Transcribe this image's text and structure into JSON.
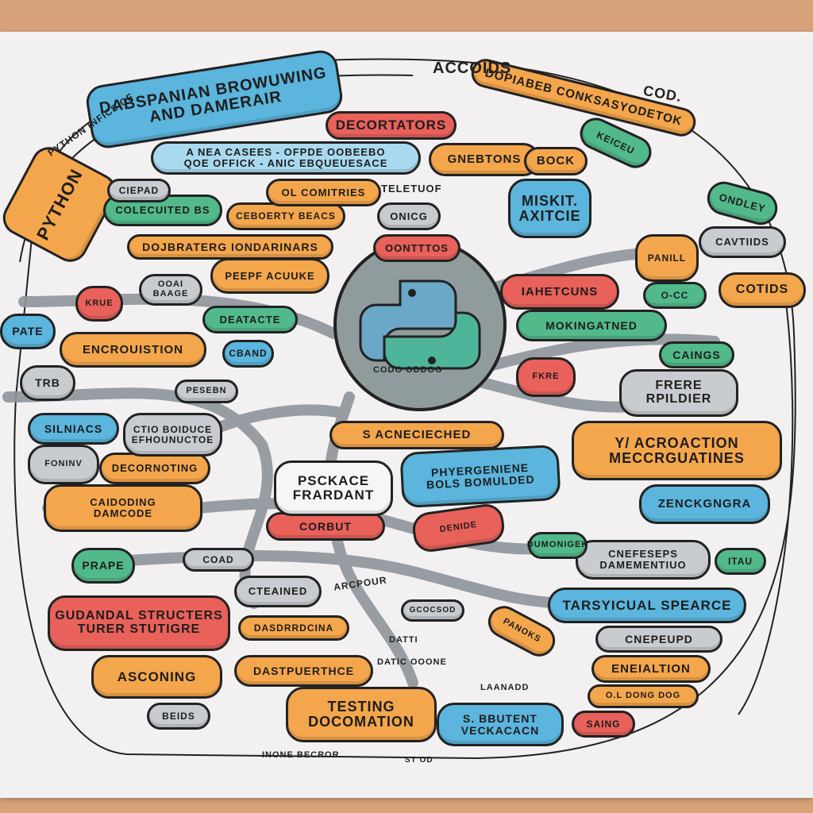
{
  "colors": {
    "orange": "#f4a64c",
    "blue": "#5bb5dd",
    "lightblue": "#a9d9ee",
    "red": "#e8615a",
    "green": "#52b98b",
    "gray": "#c8ccd0",
    "white": "#f6f6f6",
    "paper": "#f3f0f2",
    "board": "#d6a27a"
  },
  "nodes": [
    {
      "text": "PYTHON",
      "color": "orange"
    },
    {
      "text": "DABSPANIAN BROWUWING\nAND DAMERAIR",
      "color": "blue"
    },
    {
      "text": "A NEA CASEES - OFPDE OOBEEBO\nQOE OFFICK - ANIC EBQUEUESACE",
      "color": "lightblue"
    },
    {
      "text": "DECORTATORS",
      "color": "red"
    },
    {
      "text": "DOPIABEB CONKSASYODETOK",
      "color": "orange"
    },
    {
      "text": "GNEBTONS",
      "color": "orange"
    },
    {
      "text": "BOCK",
      "color": "orange"
    },
    {
      "text": "KEICEU",
      "color": "green"
    },
    {
      "text": "MISKIT.\nAXITCIE",
      "color": "blue"
    },
    {
      "text": "ONDLEY",
      "color": "green"
    },
    {
      "text": "CAVTIIDS",
      "color": "gray"
    },
    {
      "text": "PANILL",
      "color": "orange"
    },
    {
      "text": "COTIDS",
      "color": "orange"
    },
    {
      "text": "O-CC",
      "color": "green"
    },
    {
      "text": "CAINGS",
      "color": "green"
    },
    {
      "text": "FRERE\nRPILDIER",
      "color": "gray"
    },
    {
      "text": "Y/ ACROACTION\nMECCRGUATINES",
      "color": "orange"
    },
    {
      "text": "ZENCKGNGRA",
      "color": "blue"
    },
    {
      "text": "CNEFESEPS\nDAMEMENTIUO",
      "color": "gray"
    },
    {
      "text": "ITAU",
      "color": "green"
    },
    {
      "text": "TARSYICUAL SPEARCE",
      "color": "blue"
    },
    {
      "text": "CNEPEUPD",
      "color": "gray"
    },
    {
      "text": "ENEIALTION",
      "color": "orange"
    },
    {
      "text": "O.L DONG DOG",
      "color": "orange"
    },
    {
      "text": "SAING",
      "color": "red"
    },
    {
      "text": "S. BBUTENT\nVECKACACN",
      "color": "blue"
    },
    {
      "text": "TESTING\nDOCOMATION",
      "color": "orange"
    },
    {
      "text": "ASCONING",
      "color": "orange"
    },
    {
      "text": "DASTPUERTHCE",
      "color": "orange"
    },
    {
      "text": "BEIDS",
      "color": "gray"
    },
    {
      "text": "GUDANDAL STRUCTERS\nTURER STUTIGRE",
      "color": "red"
    },
    {
      "text": "CTEAINED",
      "color": "gray"
    },
    {
      "text": "DASDRRDCINA",
      "color": "orange"
    },
    {
      "text": "PRAPE",
      "color": "green"
    },
    {
      "text": "COAD",
      "color": "gray"
    },
    {
      "text": "CORBUT",
      "color": "red"
    },
    {
      "text": "PSCKACE\nFRARDANT",
      "color": "white"
    },
    {
      "text": "S ACNECIECHED",
      "color": "orange"
    },
    {
      "text": "PHYERGENIENE\nBOLS BOMULDED",
      "color": "blue"
    },
    {
      "text": "DENIDE",
      "color": "red"
    },
    {
      "text": "DECORNOTING",
      "color": "orange"
    },
    {
      "text": "CAIDODING\nDAMCODE",
      "color": "orange"
    },
    {
      "text": "FONINV",
      "color": "gray"
    },
    {
      "text": "SILNIACS",
      "color": "blue"
    },
    {
      "text": "CTIO BOIDUCE\nEFHOUNUCTOE",
      "color": "gray"
    },
    {
      "text": "ENCROUISTION",
      "color": "orange"
    },
    {
      "text": "CBAND",
      "color": "blue"
    },
    {
      "text": "PATE",
      "color": "blue"
    },
    {
      "text": "TRB",
      "color": "gray"
    },
    {
      "text": "PESEBN",
      "color": "gray"
    },
    {
      "text": "DEATACTE",
      "color": "green"
    },
    {
      "text": "KRUE",
      "color": "red"
    },
    {
      "text": "OOAI\nBAAGE",
      "color": "gray"
    },
    {
      "text": "PEEPF ACUUKE",
      "color": "orange"
    },
    {
      "text": "DOJBRATERG IONDARINARS",
      "color": "orange"
    },
    {
      "text": "COLECUITED BS",
      "color": "green"
    },
    {
      "text": "CEBOERTY BEACS",
      "color": "orange"
    },
    {
      "text": "CIEPAD",
      "color": "gray"
    },
    {
      "text": "OL COMITRIES",
      "color": "orange"
    },
    {
      "text": "ONICG",
      "color": "gray"
    },
    {
      "text": "OONTTTOS",
      "color": "red"
    },
    {
      "text": "IAHETCUNS",
      "color": "red"
    },
    {
      "text": "MOKINGATNED",
      "color": "green"
    },
    {
      "text": "GCOCSOD",
      "color": "gray"
    },
    {
      "text": "PANOKS",
      "color": "orange"
    },
    {
      "text": "DUMONIGEK",
      "color": "green"
    },
    {
      "text": "FKRE",
      "color": "red"
    }
  ],
  "texts": [
    "ACCOIDS",
    "COD.",
    "TELETUOF",
    "ARCPOUR",
    "DATTI",
    "DATIC OOONE",
    "LAANADD",
    "INONE BECROR",
    "ST OD",
    "CODO ODDOG",
    "PYTHON INFICS OF"
  ]
}
